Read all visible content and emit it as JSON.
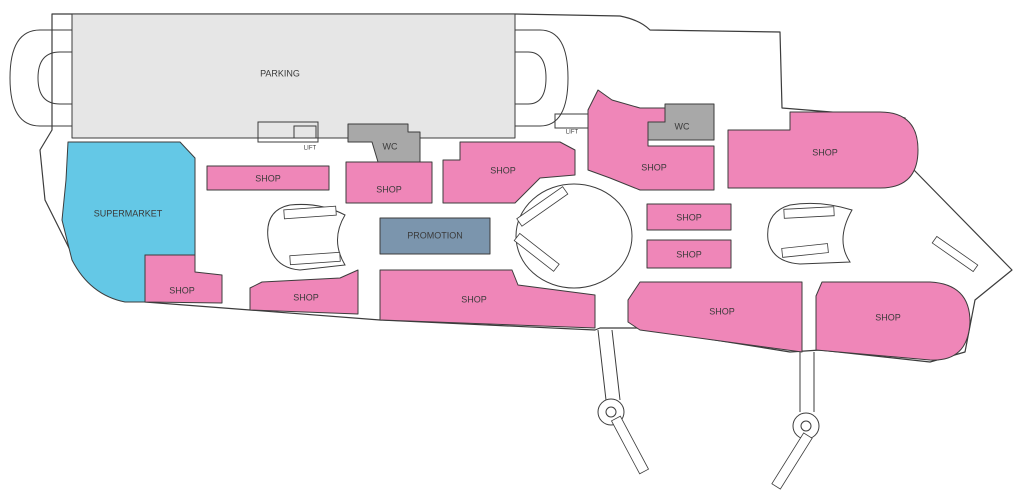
{
  "map": {
    "colors": {
      "shop": "#ef86b8",
      "supermarket": "#64c8e6",
      "parking": "#e6e6e6",
      "wc": "#a8a8a8",
      "promotion": "#7b95ad"
    },
    "labels": {
      "parking": "PARKING",
      "supermarket": "SUPERMARKET",
      "promotion": "PROMOTION",
      "wc": "WC",
      "lift": "LIFT",
      "shop": "SHOP"
    }
  }
}
